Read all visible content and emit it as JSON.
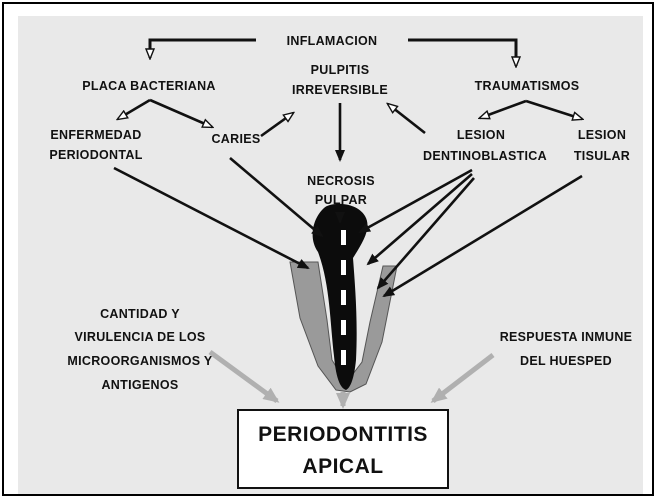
{
  "nodes": {
    "inflamacion": "INFLAMACION",
    "placa_bacteriana": "PLACA BACTERIANA",
    "pulpitis": [
      "PULPITIS",
      "IRREVERSIBLE"
    ],
    "traumatismos": "TRAUMATISMOS",
    "enfermedad_periodontal": [
      "ENFERMEDAD",
      "PERIODONTAL"
    ],
    "caries": "CARIES",
    "lesion_dentinoblastica": [
      "LESION",
      "DENTINOBLASTICA"
    ],
    "lesion_tisular": [
      "LESION",
      "TISULAR"
    ],
    "necrosis_pulpar": [
      "NECROSIS",
      "PULPAR"
    ],
    "cantidad_virulencia": [
      "CANTIDAD Y",
      "VIRULENCIA DE LOS",
      "MICROORGANISMOS Y",
      "ANTIGENOS"
    ],
    "respuesta_inmune": [
      "RESPUESTA INMUNE",
      "DEL HUESPED"
    ],
    "periodontitis_apical": [
      "PERIODONTITIS",
      "APICAL"
    ]
  },
  "colors": {
    "background_panel": "#e9e9e9",
    "text": "#111111",
    "arrow_dark": "#111111",
    "arrow_light": "#b0b0b0",
    "tooth_outer": "#9a9a9a",
    "pulp": "#0c0c0c",
    "canal_marks": "#ffffff",
    "result_box": "#ffffff"
  }
}
